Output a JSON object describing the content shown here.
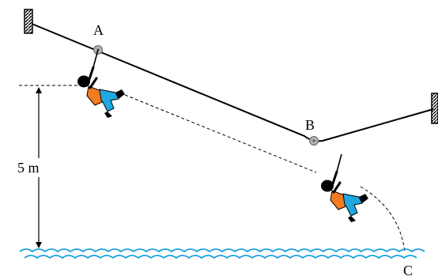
{
  "diagram": {
    "point_a": "A",
    "point_b": "B",
    "point_c": "C",
    "height_label": "5 m"
  },
  "colors": {
    "shirt": "#f47a20",
    "pants": "#1fa8e0",
    "water": "#1aa0dc",
    "line": "#000000"
  }
}
